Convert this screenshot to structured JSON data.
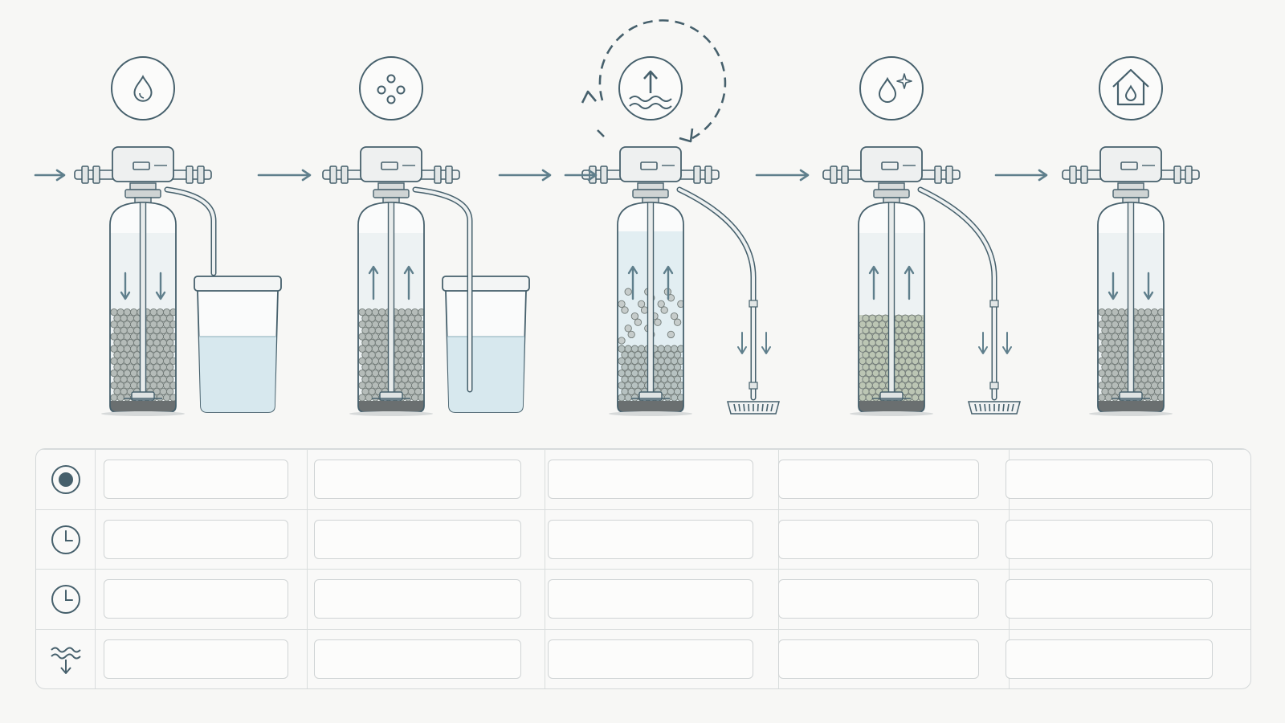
{
  "colors": {
    "line": "#46606c",
    "flow_arrow": "#5f7f8c",
    "water": "#d7e8ee",
    "water_edge": "#a9c4cd",
    "resin": "#b5bcb9",
    "resin_green": "#bcc6b4",
    "tank_base": "#6a6f70",
    "grid_border": "#d4d8d9"
  },
  "stages": [
    {
      "step_icon": "water-drop-icon",
      "flow_direction": "down",
      "has_brine_tank": true,
      "brine_tube": "short",
      "has_drain": false,
      "bed": "packed"
    },
    {
      "step_icon": "bubbles-icon",
      "flow_direction": "up",
      "has_brine_tank": true,
      "brine_tube": "long",
      "has_drain": false,
      "bed": "packed"
    },
    {
      "step_icon": "backwash-icon",
      "flow_direction": "up",
      "has_brine_tank": false,
      "has_drain": true,
      "bed": "expanded",
      "cycle_indicator": true
    },
    {
      "step_icon": "sparkle-drop-icon",
      "flow_direction": "up",
      "has_brine_tank": false,
      "has_drain": true,
      "bed": "rinse"
    },
    {
      "step_icon": "house-drop-icon",
      "flow_direction": "down",
      "has_brine_tank": false,
      "has_drain": false,
      "bed": "packed"
    }
  ],
  "table": {
    "row_icons": [
      "radio-selected-icon",
      "clock-icon",
      "clock-icon",
      "wave-drain-icon"
    ],
    "columns": 5,
    "cells": [
      [
        "",
        "",
        "",
        "",
        ""
      ],
      [
        "",
        "",
        "",
        "",
        ""
      ],
      [
        "",
        "",
        "",
        "",
        ""
      ],
      [
        "",
        "",
        "",
        "",
        ""
      ]
    ]
  }
}
